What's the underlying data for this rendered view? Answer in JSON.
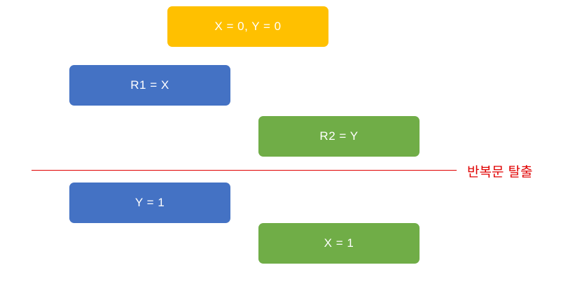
{
  "colors": {
    "yellow": "#FFC000",
    "blue": "#4472C4",
    "green": "#70AD47",
    "red": "#E00000"
  },
  "boxes": {
    "init": "X = 0, Y = 0",
    "r1": "R1 = X",
    "r2": "R2 = Y",
    "y1": "Y = 1",
    "x1": "X = 1"
  },
  "divider": {
    "label": "반복문 탈출"
  }
}
